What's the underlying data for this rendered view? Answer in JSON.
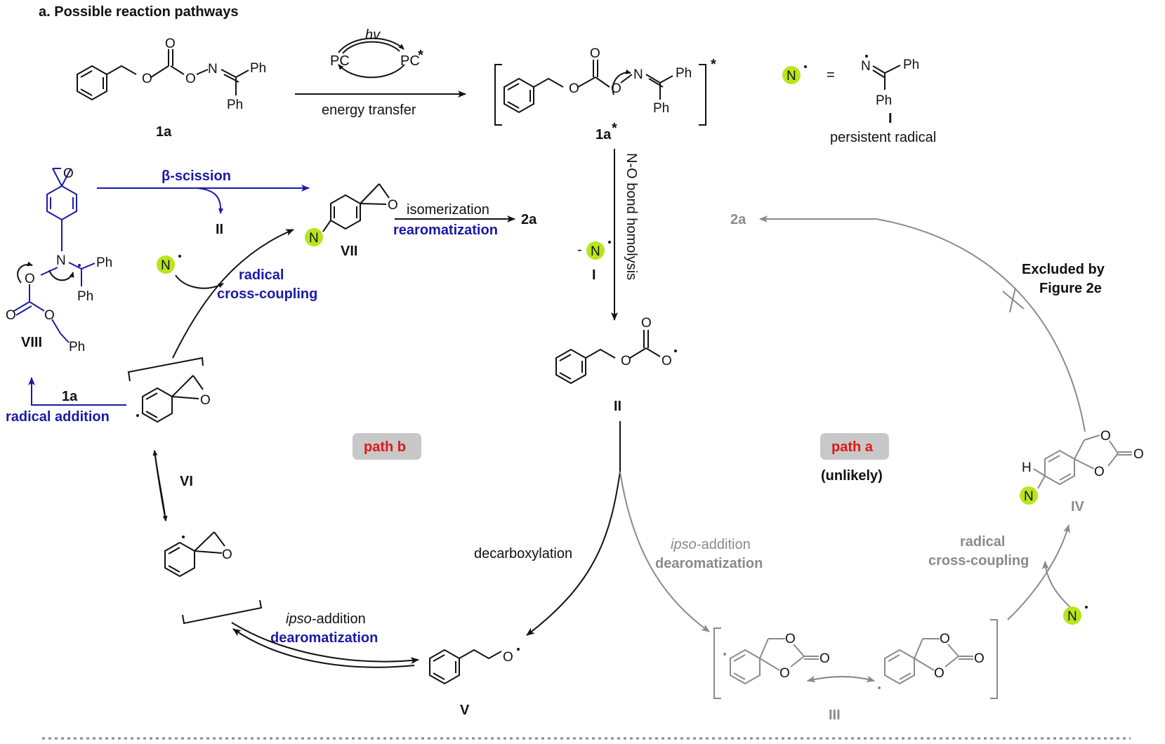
{
  "header": {
    "title": "a. Possible reaction pathways"
  },
  "labels": {
    "hv": "hv",
    "pc_left": "PC",
    "pc_right": "PC",
    "pc_star": "*",
    "energy_transfer": "energy transfer",
    "compound_1a": "1a",
    "compound_1a_star": "1a",
    "star": "*",
    "equals": "=",
    "persistent_radical": "persistent radical",
    "roman_I": "I",
    "roman_II": "II",
    "roman_III": "III",
    "roman_IV": "IV",
    "roman_V": "V",
    "roman_VI": "VI",
    "roman_VII": "VII",
    "roman_VIII": "VIII",
    "n_o_homolysis": "N-O bond homolysis",
    "minus": "-",
    "beta_scission": "β-scission",
    "isomerization": "isomerization",
    "rearomatization": "rearomatization",
    "product_2a": "2a",
    "radical": "radical",
    "cross_coupling": "cross-coupling",
    "excluded_line1": "Excluded by",
    "excluded_line2": "Figure 2e",
    "path_a": "path a",
    "path_b": "path b",
    "unlikely": "(unlikely)",
    "decarboxylation": "decarboxylation",
    "ipso": "ipso",
    "addition": "-addition",
    "dearomatization": "dearomatization",
    "radical_addition": "radical addition"
  },
  "atoms": {
    "O": "O",
    "N": "N",
    "H": "H",
    "Ph": "Ph"
  },
  "colors": {
    "black": "#111111",
    "blue": "#1a1aa8",
    "red": "#e01818",
    "gray": "#8a8a8a",
    "badge_green": "#b7e61c",
    "pill_gray": "#c8c8c8"
  }
}
